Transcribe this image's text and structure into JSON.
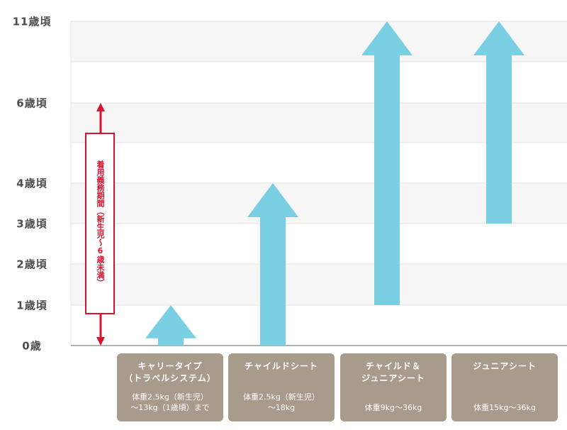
{
  "chart_data": {
    "type": "bar",
    "orientation": "vertical-range-arrows",
    "y_ticks": [
      {
        "label": "11歳頃",
        "value": 11
      },
      {
        "label": "6歳頃",
        "value": 6
      },
      {
        "label": "4歳頃",
        "value": 4
      },
      {
        "label": "3歳頃",
        "value": 3
      },
      {
        "label": "2歳頃",
        "value": 2
      },
      {
        "label": "1歳頃",
        "value": 1
      },
      {
        "label": "0歳",
        "value": 0
      }
    ],
    "categories": [
      {
        "name": "キャリータイプ\n（トラベルシステム）",
        "weight": "体重2.5kg（新生児）\n〜13kg（1歳頃）まで",
        "from": 0,
        "to": 1
      },
      {
        "name": "チャイルドシート",
        "weight": "体重2.5kg（新生児）\n〜18kg",
        "from": 0,
        "to": 4
      },
      {
        "name": "チャイルド＆\nジュニアシート",
        "weight": "体重9kg〜36kg",
        "from": 1,
        "to": 11
      },
      {
        "name": "ジュニアシート",
        "weight": "体重15kg〜36kg",
        "from": 3,
        "to": 11
      }
    ],
    "annotation": {
      "text": "着用義務期間（新生児〜6歳未満）",
      "from": 0,
      "to": 6,
      "color": "#d6142d"
    },
    "arrow_color": "#7ad0e2",
    "band_colors": [
      "#f6f6f6",
      "#ffffff"
    ],
    "grid": true
  }
}
